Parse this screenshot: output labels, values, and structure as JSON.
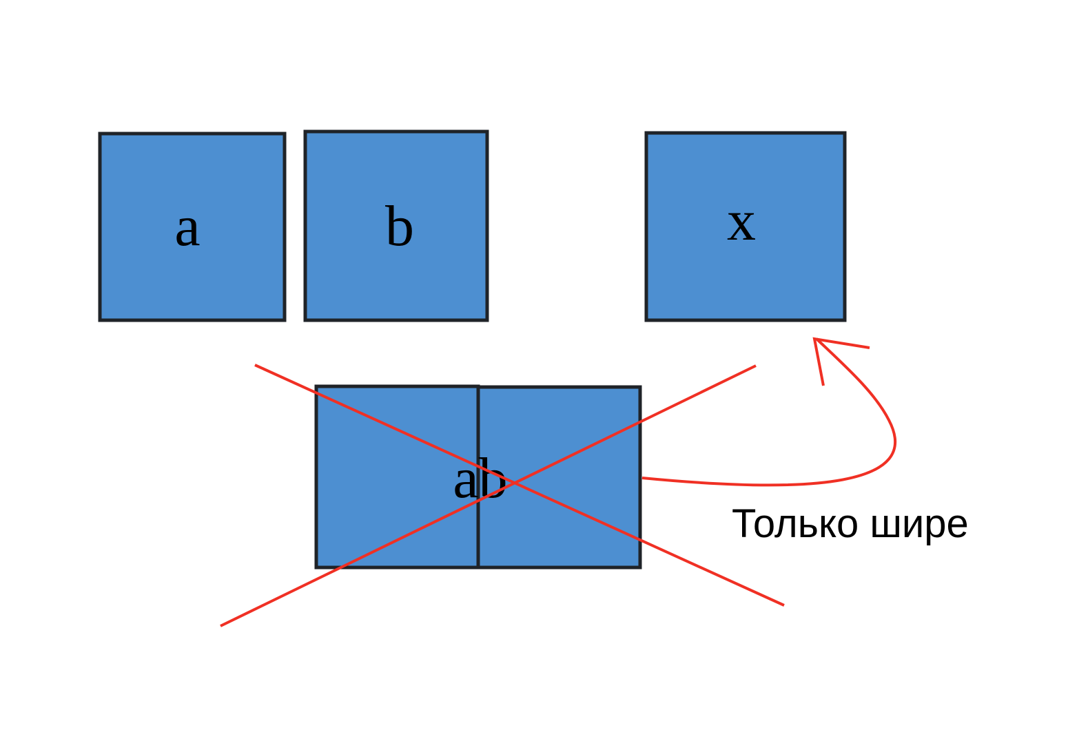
{
  "boxes": {
    "a": {
      "label": "a"
    },
    "b": {
      "label": "b"
    },
    "x": {
      "label": "x"
    },
    "ab": {
      "label": "ab"
    }
  },
  "annotation": {
    "text": "Только шире"
  },
  "colors": {
    "box_fill": "#4d8fd1",
    "box_stroke": "#1f2328",
    "mark_red": "#f03024",
    "text": "#000000",
    "background": "#ffffff"
  }
}
